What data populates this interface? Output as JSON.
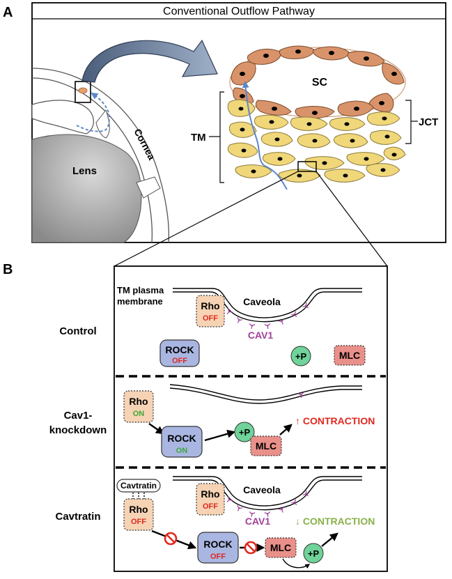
{
  "panel_a": {
    "letter": "A",
    "title": "Conventional Outflow Pathway",
    "labels": {
      "lens": "Lens",
      "cornea": "Cornea",
      "sc": "SC",
      "tm": "TM",
      "jct": "JCT"
    }
  },
  "panel_b": {
    "letter": "B",
    "control": {
      "row_label": "Control",
      "membrane_label_1": "TM plasma",
      "membrane_label_2": "membrane",
      "caveola": "Caveola",
      "cav1": "CAV1",
      "rho": "Rho",
      "rho_state": "OFF",
      "rock": "ROCK",
      "rock_state": "OFF",
      "p": "+P",
      "mlc": "MLC"
    },
    "knockdown": {
      "row_label_1": "Cav1-",
      "row_label_2": "knockdown",
      "rho": "Rho",
      "rho_state": "ON",
      "rock": "ROCK",
      "rock_state": "ON",
      "p": "+P",
      "mlc": "MLC",
      "outcome": "↑ CONTRACTION"
    },
    "cavtratin": {
      "row_label": "Cavtratin",
      "peptide": "Cavtratin",
      "caveola": "Caveola",
      "cav1": "CAV1",
      "rho_cav": "Rho",
      "rho_cav_state": "OFF",
      "rho": "Rho",
      "rho_state": "OFF",
      "rock": "ROCK",
      "rock_state": "OFF",
      "mlc": "MLC",
      "p": "+P",
      "outcome": "↓ CONTRACTION"
    }
  },
  "colors": {
    "rho_fill": "#f6d3b4",
    "rock_fill": "#a9b6e1",
    "mlc_fill": "#e9908a",
    "p_fill": "#6fd39a",
    "cav1": "#a0409a",
    "off_red": "#e0281f",
    "on_green": "#3fa73a",
    "increase_red": "#e0281f",
    "decrease_green": "#8ab04a",
    "sc_cell": "#d9936a",
    "tm_cell": "#f0d77a",
    "flow_arrow": "#5b86c9",
    "inhibit": "#e0281f"
  }
}
